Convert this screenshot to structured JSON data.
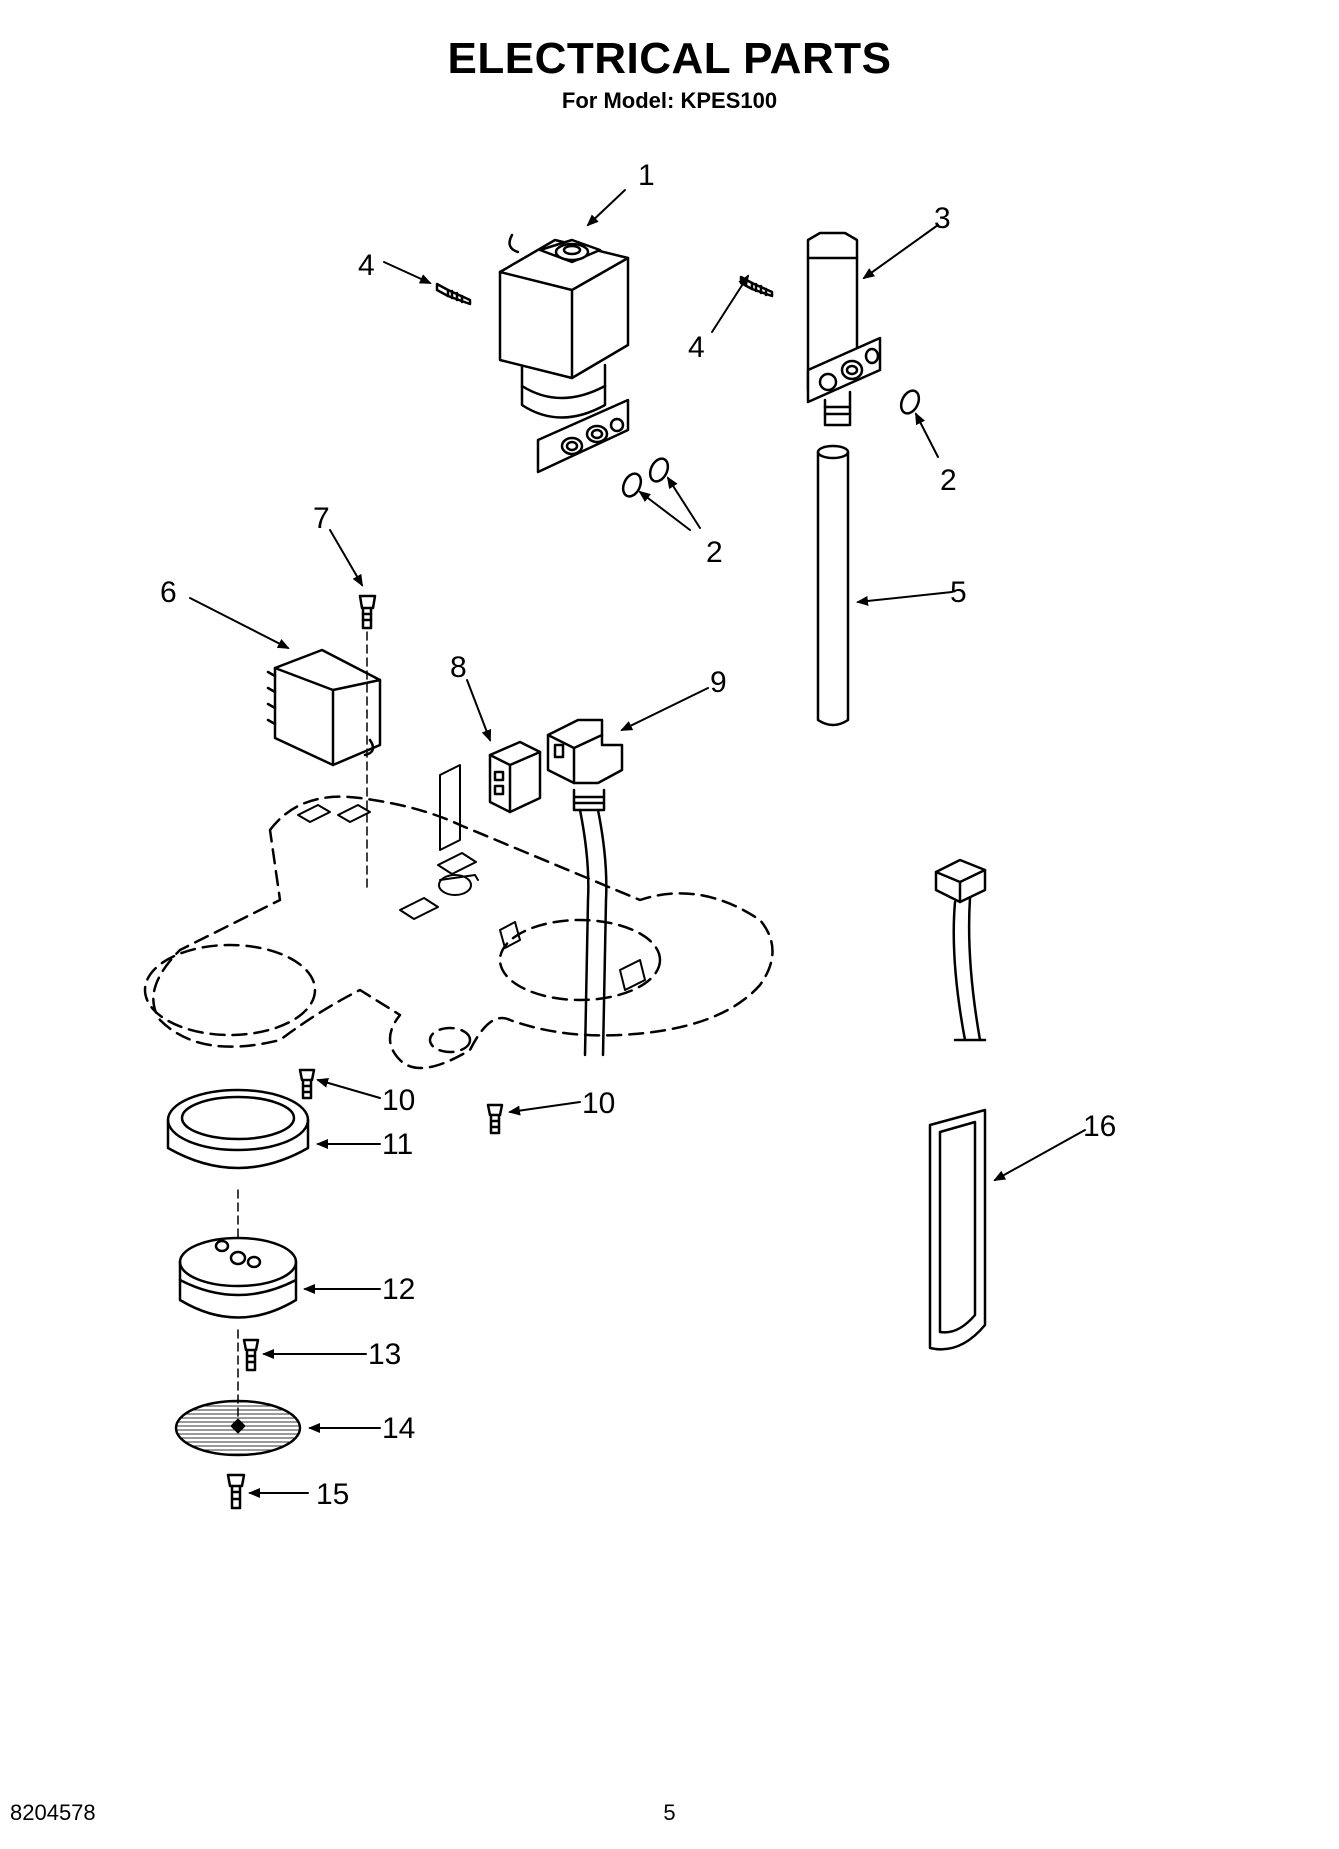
{
  "header": {
    "title": "ELECTRICAL PARTS",
    "subtitle": "For Model: KPES100"
  },
  "footer": {
    "doc_number": "8204578",
    "page_number": "5"
  },
  "callouts": [
    {
      "id": "c1a",
      "label": "1"
    },
    {
      "id": "c2a",
      "label": "2"
    },
    {
      "id": "c2b",
      "label": "2"
    },
    {
      "id": "c3a",
      "label": "3"
    },
    {
      "id": "c4a",
      "label": "4"
    },
    {
      "id": "c4b",
      "label": "4"
    },
    {
      "id": "c5a",
      "label": "5"
    },
    {
      "id": "c6a",
      "label": "6"
    },
    {
      "id": "c7a",
      "label": "7"
    },
    {
      "id": "c8a",
      "label": "8"
    },
    {
      "id": "c9a",
      "label": "9"
    },
    {
      "id": "c10a",
      "label": "10"
    },
    {
      "id": "c10b",
      "label": "10"
    },
    {
      "id": "c11a",
      "label": "11"
    },
    {
      "id": "c12a",
      "label": "12"
    },
    {
      "id": "c13a",
      "label": "13"
    },
    {
      "id": "c14a",
      "label": "14"
    },
    {
      "id": "c15a",
      "label": "15"
    },
    {
      "id": "c16a",
      "label": "16"
    }
  ]
}
